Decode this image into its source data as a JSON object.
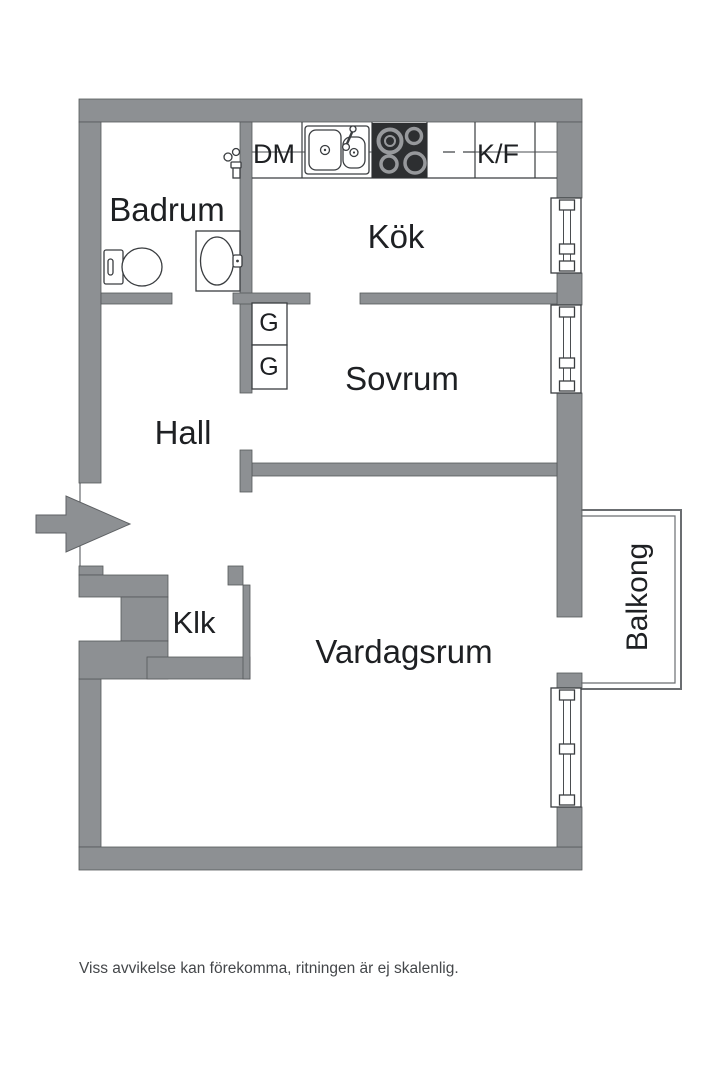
{
  "floorplan": {
    "rooms": {
      "badrum": "Badrum",
      "kok": "Kök",
      "sovrum": "Sovrum",
      "hall": "Hall",
      "klk": "Klk",
      "vardagsrum": "Vardagsrum",
      "balkong": "Balkong"
    },
    "kitchen": {
      "dishwasher": "DM",
      "fridge_freezer": "K/F"
    },
    "wardrobes": {
      "g1": "G",
      "g2": "G"
    },
    "disclaimer": "Viss avvikelse kan förekomma, ritningen är ej skalenlig.",
    "colors": {
      "wall": "#8d9093",
      "wall_outline": "#55585a",
      "line": "#3a3d40",
      "stove": "#2d2f31",
      "text": "#1e2023",
      "background": "#ffffff"
    }
  }
}
